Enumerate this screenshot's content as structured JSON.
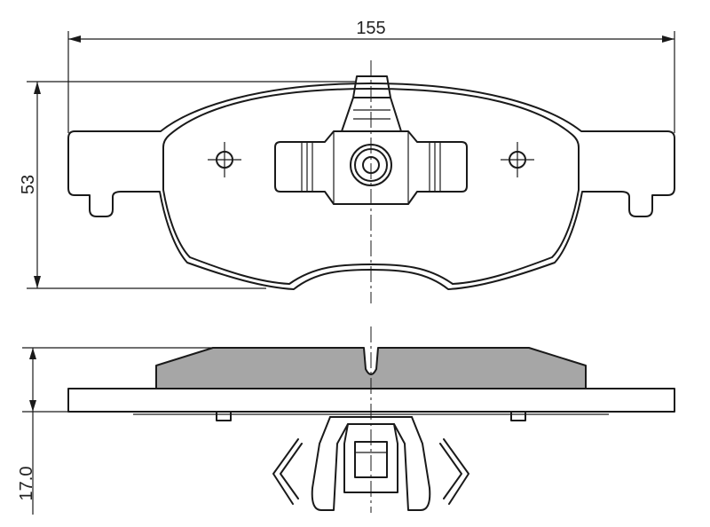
{
  "dimensions": {
    "width": "155",
    "height": "53",
    "thickness": "17.0"
  },
  "colors": {
    "line": "#1a1a1a",
    "friction_material": "#a6a6a6",
    "background": "#ffffff"
  }
}
